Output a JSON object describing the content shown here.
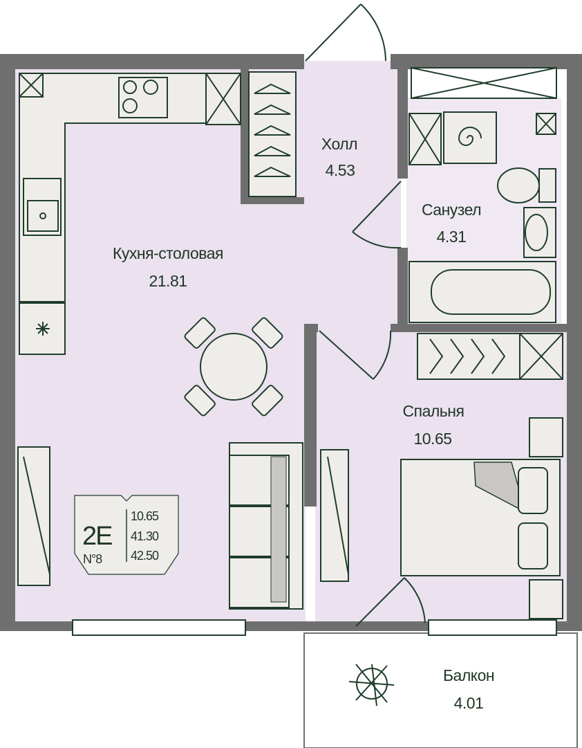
{
  "rooms": {
    "hall": {
      "name": "Холл",
      "area": "4.53"
    },
    "bathroom": {
      "name": "Санузел",
      "area": "4.31"
    },
    "kitchen": {
      "name": "Кухня-столовая",
      "area": "21.81"
    },
    "bedroom": {
      "name": "Спальня",
      "area": "10.65"
    },
    "balcony": {
      "name": "Балкон",
      "area": "4.01"
    }
  },
  "legend": {
    "type": "2E",
    "number": "N°8",
    "living_area": "10.65",
    "total_area": "41.30",
    "total_with_balcony": "42.50"
  },
  "colors": {
    "wall": "#6f6f6f",
    "floor": "#ebe1ef",
    "line": "#1f3d2b"
  }
}
